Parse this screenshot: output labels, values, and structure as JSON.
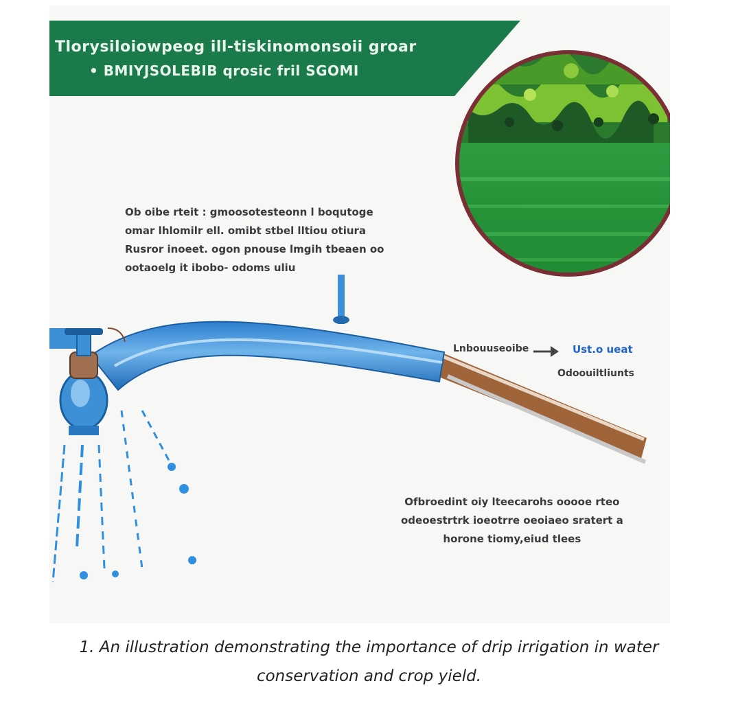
{
  "infographic": {
    "banner_line_1": "Tlorysiloiowpeog ill-tiskinomonsoii groar",
    "banner_line_2": "• BMIYJSOLEBIB qrosic fril SGOMI",
    "top_text": [
      "Ob oibe rteit : gmoosotesteonn l boqutoge",
      "omar lhlomilr ell. omibt stbel lltiou otiura",
      "Rusror inoeet. ogon pnouse lmgih tbeaen oo",
      "ootaoelg it ibobo- odoms uliu"
    ],
    "callout_left": "Lnbouuseoibe",
    "callout_right": "Ust.o ueat",
    "callout_sub": "Odoouiltliunts",
    "bottom_text": [
      "Ofbroedint  oiy lteecarohs  ooooe rteo",
      "odeoestrtrk ioeotrre  oeoiaeo sratert a",
      "horone tiomy,eiud tlees"
    ],
    "colors": {
      "banner": "#1a7a4a",
      "pipe_blue": "#3d8fd6",
      "pipe_brown": "#a0643a",
      "field_green": "#2f9e3e",
      "circle_rim": "#7a2f35"
    }
  },
  "caption": {
    "line_1": "1. An illustration demonstrating the importance of drip irrigation in water",
    "line_2": "conservation and crop yield."
  }
}
